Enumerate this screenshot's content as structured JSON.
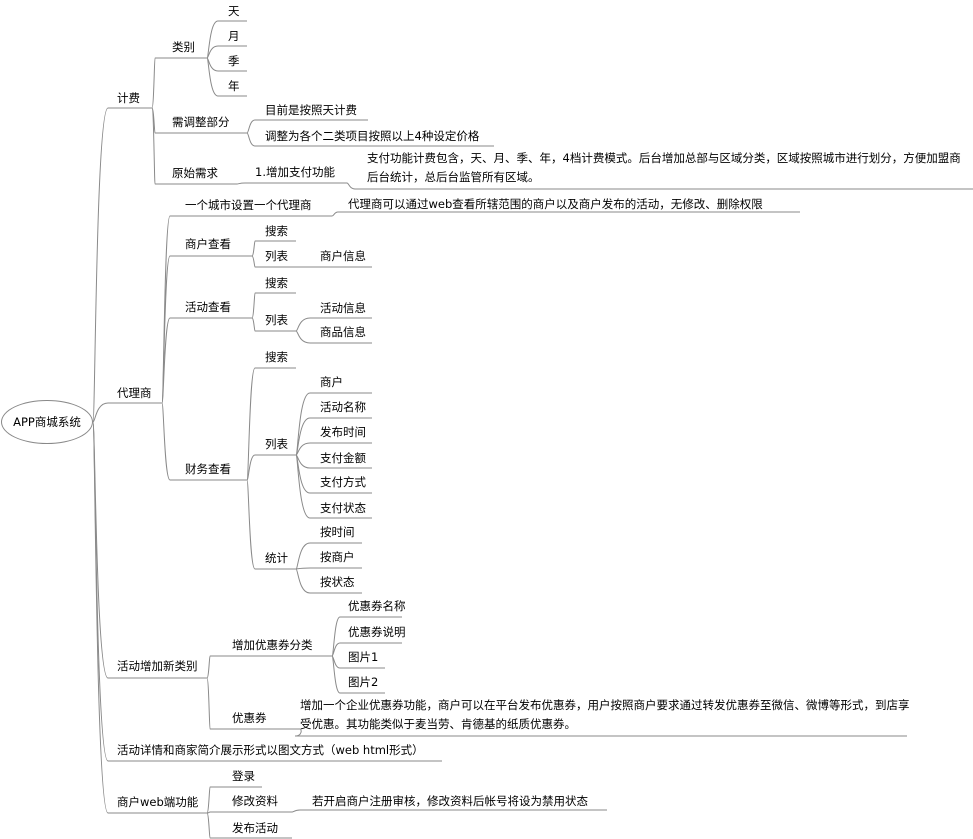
{
  "root": {
    "label": "APP商城系统",
    "children": [
      {
        "label": "计费",
        "children": [
          {
            "label": "类别",
            "children": [
              {
                "label": "天"
              },
              {
                "label": "月"
              },
              {
                "label": "季"
              },
              {
                "label": "年"
              }
            ]
          },
          {
            "label": "需调整部分",
            "children": [
              {
                "label": "目前是按照天计费"
              },
              {
                "label": "调整为各个二类项目按照以上4种设定价格"
              }
            ]
          },
          {
            "label": "原始需求",
            "children": [
              {
                "label": "1.增加支付功能",
                "children": [
                  {
                    "label": "支付功能计费包含，天、月、季、年，4档计费模式。后台增加总部与区域分类，区域按照城市进行划分，方便加盟商后台统计，总后台监管所有区域。"
                  }
                ]
              }
            ]
          }
        ]
      },
      {
        "label": "代理商",
        "children": [
          {
            "label": "一个城市设置一个代理商",
            "children": [
              {
                "label": "代理商可以通过web查看所辖范围的商户以及商户发布的活动，无修改、删除权限"
              }
            ]
          },
          {
            "label": "商户查看",
            "children": [
              {
                "label": "搜索"
              },
              {
                "label": "列表",
                "children": [
                  {
                    "label": "商户信息"
                  }
                ]
              }
            ]
          },
          {
            "label": "活动查看",
            "children": [
              {
                "label": "搜索"
              },
              {
                "label": "列表",
                "children": [
                  {
                    "label": "活动信息"
                  },
                  {
                    "label": "商品信息"
                  }
                ]
              }
            ]
          },
          {
            "label": "财务查看",
            "children": [
              {
                "label": "搜索"
              },
              {
                "label": "列表",
                "children": [
                  {
                    "label": "商户"
                  },
                  {
                    "label": "活动名称"
                  },
                  {
                    "label": "发布时间"
                  },
                  {
                    "label": "支付金额"
                  },
                  {
                    "label": "支付方式"
                  },
                  {
                    "label": "支付状态"
                  }
                ]
              },
              {
                "label": "统计",
                "children": [
                  {
                    "label": "按时间"
                  },
                  {
                    "label": "按商户"
                  },
                  {
                    "label": "按状态"
                  }
                ]
              }
            ]
          }
        ]
      },
      {
        "label": "活动增加新类别",
        "children": [
          {
            "label": "增加优惠券分类",
            "children": [
              {
                "label": "优惠券名称"
              },
              {
                "label": "优惠券说明"
              },
              {
                "label": "图片1"
              },
              {
                "label": "图片2"
              }
            ]
          },
          {
            "label": "优惠券",
            "children": [
              {
                "label": "增加一个企业优惠券功能，商户可以在平台发布优惠券，用户按照商户要求通过转发优惠券至微信、微博等形式，到店享受优惠。其功能类似于麦当劳、肯德基的纸质优惠券。"
              }
            ]
          }
        ]
      },
      {
        "label": "活动详情和商家简介展示形式以图文方式（web  html形式）"
      },
      {
        "label": "商户web端功能",
        "children": [
          {
            "label": "登录"
          },
          {
            "label": "修改资料",
            "children": [
              {
                "label": "若开启商户注册审核，修改资料后帐号将设为禁用状态"
              }
            ]
          },
          {
            "label": "发布活动"
          }
        ]
      }
    ]
  },
  "colors": {
    "line": "#8a8a8a",
    "root_border": "#888888"
  }
}
